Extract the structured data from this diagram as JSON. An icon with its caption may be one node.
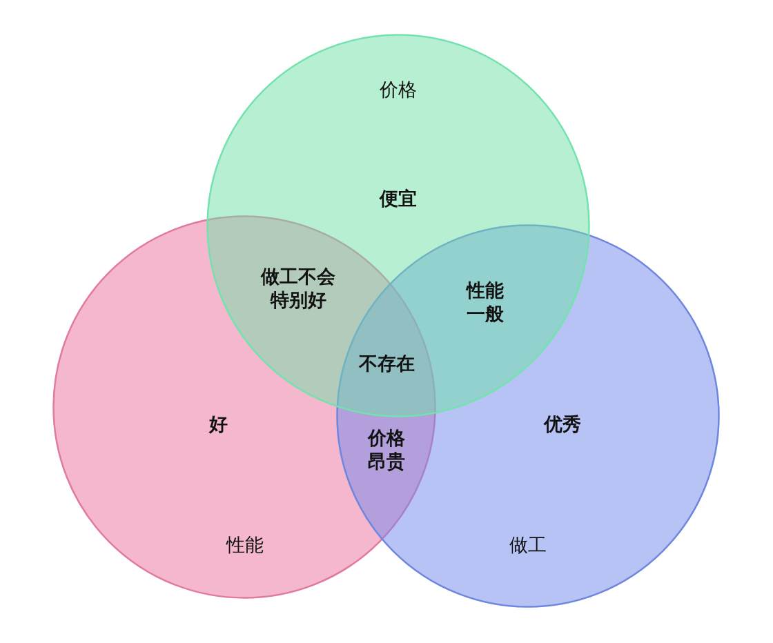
{
  "diagram": {
    "nodes": [
      {
        "text": [
          "价格",
          "便宜"
        ]
      },
      {
        "text": [
          "好",
          "性能"
        ]
      },
      {
        "text": [
          "优秀",
          "做工"
        ]
      }
    ],
    "labels": [
      "做工不会特别好",
      "性能一般",
      "不存在",
      "价格昂贵"
    ]
  }
}
